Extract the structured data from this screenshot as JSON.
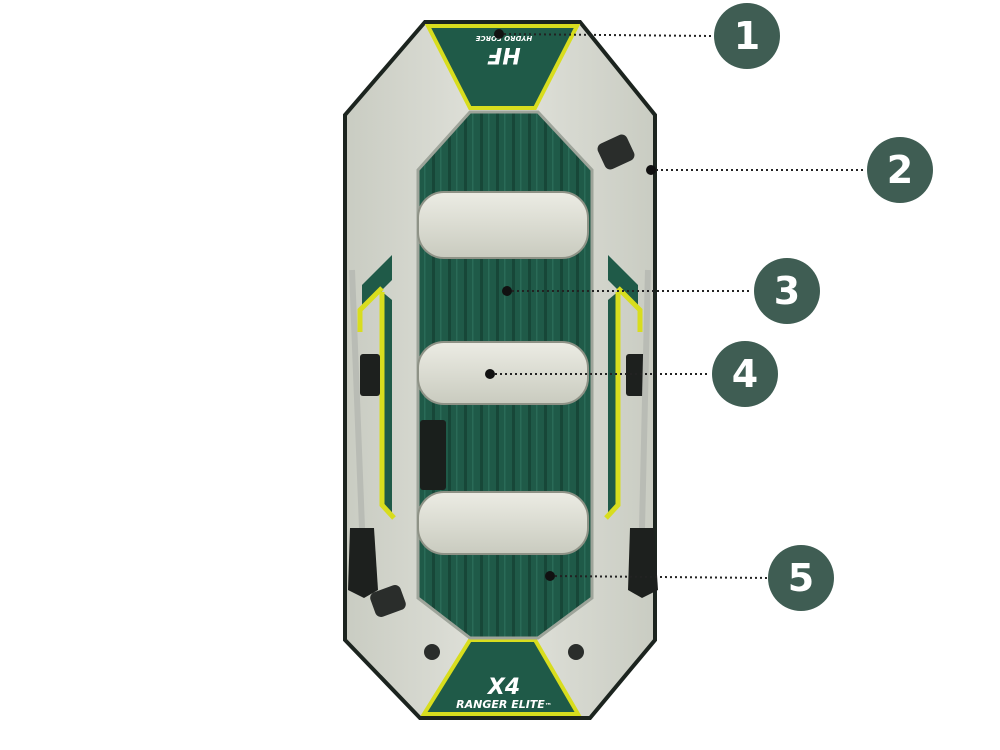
{
  "colors": {
    "badge": "#3f5d53",
    "badge_text": "#ffffff",
    "hull": "#d9dbd2",
    "hull_edge": "#1c241f",
    "floor": "#1f5a48",
    "floor_rib": "#174738",
    "accent_yellow": "#d8dd1e",
    "seat": "#dcdcd0",
    "leader": "#222222"
  },
  "brand": {
    "logo": "HF",
    "subtitle": "HYDRO FORCE"
  },
  "model": {
    "name": "X4",
    "line": "RANGER ELITE",
    "tm": "™"
  },
  "callouts": [
    {
      "number": "1",
      "target": "bow-logo"
    },
    {
      "number": "2",
      "target": "side-tube"
    },
    {
      "number": "3",
      "target": "floor"
    },
    {
      "number": "4",
      "target": "middle-seat"
    },
    {
      "number": "5",
      "target": "stern-floor"
    }
  ],
  "icons": [
    "oar-icon",
    "oarlock-icon",
    "valve-icon",
    "storage-bag-icon"
  ]
}
